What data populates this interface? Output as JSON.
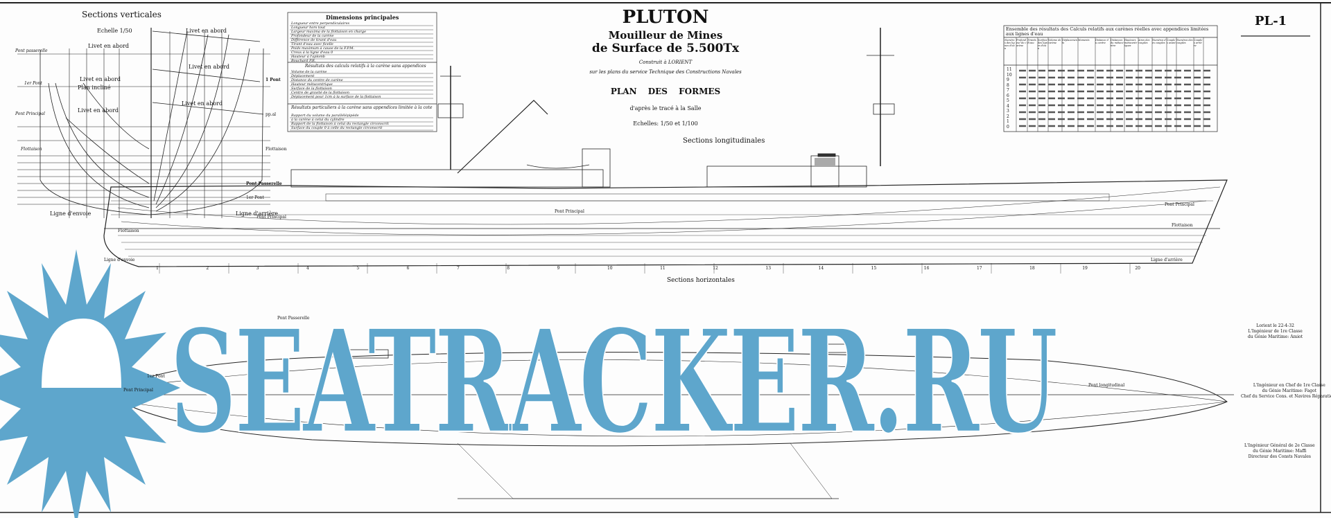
{
  "title_block": {
    "name": "PLUTON",
    "type_line1": "Mouilleur de Mines",
    "type_line2": "de Surface de 5.500Tx",
    "built": "Construit à LORIENT",
    "plans_by": "sur les plans du service Technique des Constructions Navales",
    "plan_title": "PLAN DES FORMES",
    "after": "d'après le tracé à la Salle",
    "scales": "Echelles: 1/50 et 1/100"
  },
  "sheet_id": "PL-1",
  "vertical_sections": {
    "title": "Sections verticales",
    "scale": "Echelle 1/50",
    "labels": [
      "Livet en abord",
      "Livet en abord",
      "Plan incliné",
      "Livet en abord",
      "Livet en abord",
      "Livet en abord",
      "Livet en abord"
    ],
    "left_marks": [
      "Pont passerelle",
      "1er Pont",
      "Pont Principal",
      "Flottaison"
    ],
    "right_marks": [
      "1 Pont",
      "pp.al",
      "Flottaison"
    ],
    "bottom_left": "Ligne d'envoie",
    "bottom_right": "Ligne d'arrière"
  },
  "dimensions_table": {
    "title": "Dimensions principales",
    "rows": [
      "Longueur entre perpendiculaires",
      "Longueur hors tout",
      "Largeur maxima de la flottaison en charge",
      "Profondeur de la carène",
      "Différence de tirant d'eau",
      "Tirant d'eau avec ficelle",
      "Poids maximum à cause de la F.P.M.",
      "Creux à la ligne d'eau 0",
      "Hauteur à l'aplomb",
      "Bouchard P.R."
    ],
    "section2": "Résultats des calculs relatifs à la carène sans appendices",
    "section2_rows": [
      "Volume de la carène",
      "Déplacement",
      "Distance du centre de carène",
      "Hauteur métacentrique",
      "Surface de la flottaison",
      "Centre de gravité de la flottaison",
      "Déplacement pour 1cm à la surface de la flottaison"
    ],
    "section3": "Résultats particuliers à la carène sans appendices limitée à la cote",
    "section3_rows": [
      "Rapport du volume du parallélépipède",
      "à la carène à celui du cylindre",
      "Rapport de la flottaison à celui du rectangle circonscrit",
      "Surface du couple 0 à celle du rectangle circonscrit"
    ]
  },
  "results_table": {
    "title": "Ensemble des résultats des Calculs relatifs aux carènes réelles avec appendices limitées aux lignes d'eau",
    "headers": [
      "Numéros des lignes d'eau",
      "Profondeur de carène",
      "Tirants d'eau",
      "Surface des lignes d'eau",
      "Volume de carène",
      "Déplacements",
      "Moments",
      "Distance du centre",
      "Distances du métacentre",
      "Hauteurs métacentriques",
      "Aires des couples",
      "Numéros des couples",
      "Couples avant",
      "Numéros des couples",
      "Couples arrière"
    ],
    "first_col": [
      "11",
      "10",
      "9",
      "8",
      "7",
      "6",
      "5",
      "4",
      "3",
      "2",
      "1",
      "0"
    ]
  },
  "profile": {
    "title": "Sections longitudinales",
    "labels": [
      "Pont Passerelle",
      "1er Pont",
      "Pont Principal",
      "Pont Principal",
      "Pont Principal",
      "Flottaison",
      "Flottaison",
      "Ligne d'envoie",
      "Ligne d'arrière"
    ],
    "stations": [
      "1",
      "2",
      "3",
      "4",
      "5",
      "6",
      "7",
      "8",
      "9",
      "10",
      "11",
      "12",
      "13",
      "14",
      "15",
      "16",
      "17",
      "18",
      "19",
      "20"
    ]
  },
  "plan_view": {
    "title": "Sections horizontales",
    "labels": [
      "Pont Passerelle",
      "1er Pont",
      "Pont Principal",
      "Pont longitudinal"
    ]
  },
  "signatures": [
    {
      "lines": [
        "Lorient le 22-4-32",
        "L'Ingénieur de 1re Classe",
        "du Génie Maritime: Amiot"
      ]
    },
    {
      "lines": [
        "L'Ingénieur en Chef de 1re Classe",
        "du Génie Maritime: Fagot",
        "Chef du Service Cons. et Navires Réparations"
      ]
    },
    {
      "lines": [
        "L'Ingénieur Général de 2e Classe",
        "du Génie Maritime: Maffi",
        "Directeur des Consts Navales"
      ]
    }
  ],
  "watermark": "SEATRACKER.RU",
  "colors": {
    "ink": "#111111",
    "watermark": "#5ea6cc",
    "paper": "#fdfdfd"
  }
}
